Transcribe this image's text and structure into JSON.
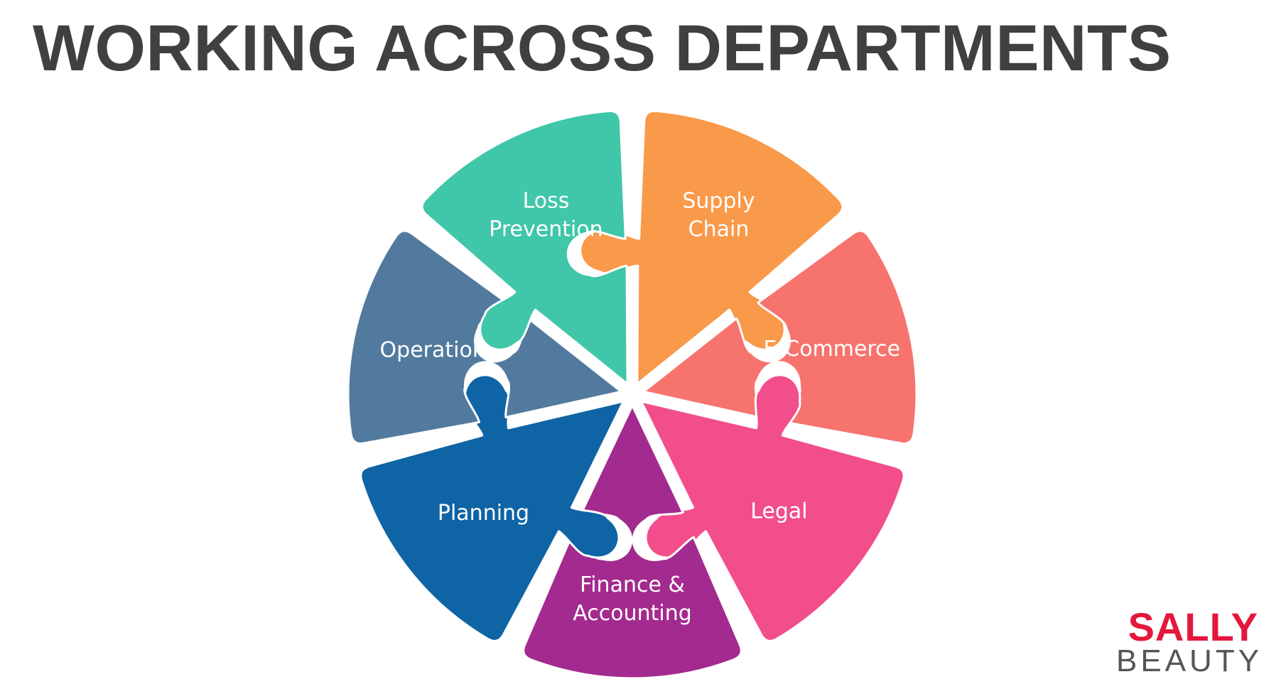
{
  "title": "WORKING ACROSS DEPARTMENTS",
  "pieces": [
    {
      "label_lines": [
        "Supply",
        "Chain"
      ],
      "color": "#F9994A"
    },
    {
      "label_lines": [
        "E-Commerce"
      ],
      "color": "#F7736E"
    },
    {
      "label_lines": [
        "Legal"
      ],
      "color": "#F24E8B"
    },
    {
      "label_lines": [
        "Finance &",
        "Accounting"
      ],
      "color": "#A32A8E"
    },
    {
      "label_lines": [
        "Planning"
      ],
      "color": "#0E64A4"
    },
    {
      "label_lines": [
        "Operations"
      ],
      "color": "#527A9E"
    },
    {
      "label_lines": [
        "Loss",
        "Prevention"
      ],
      "color": "#40C6A8"
    }
  ],
  "logo": {
    "top": "SALLY",
    "bottom": "BEAUTY",
    "color": "#E4173D"
  }
}
